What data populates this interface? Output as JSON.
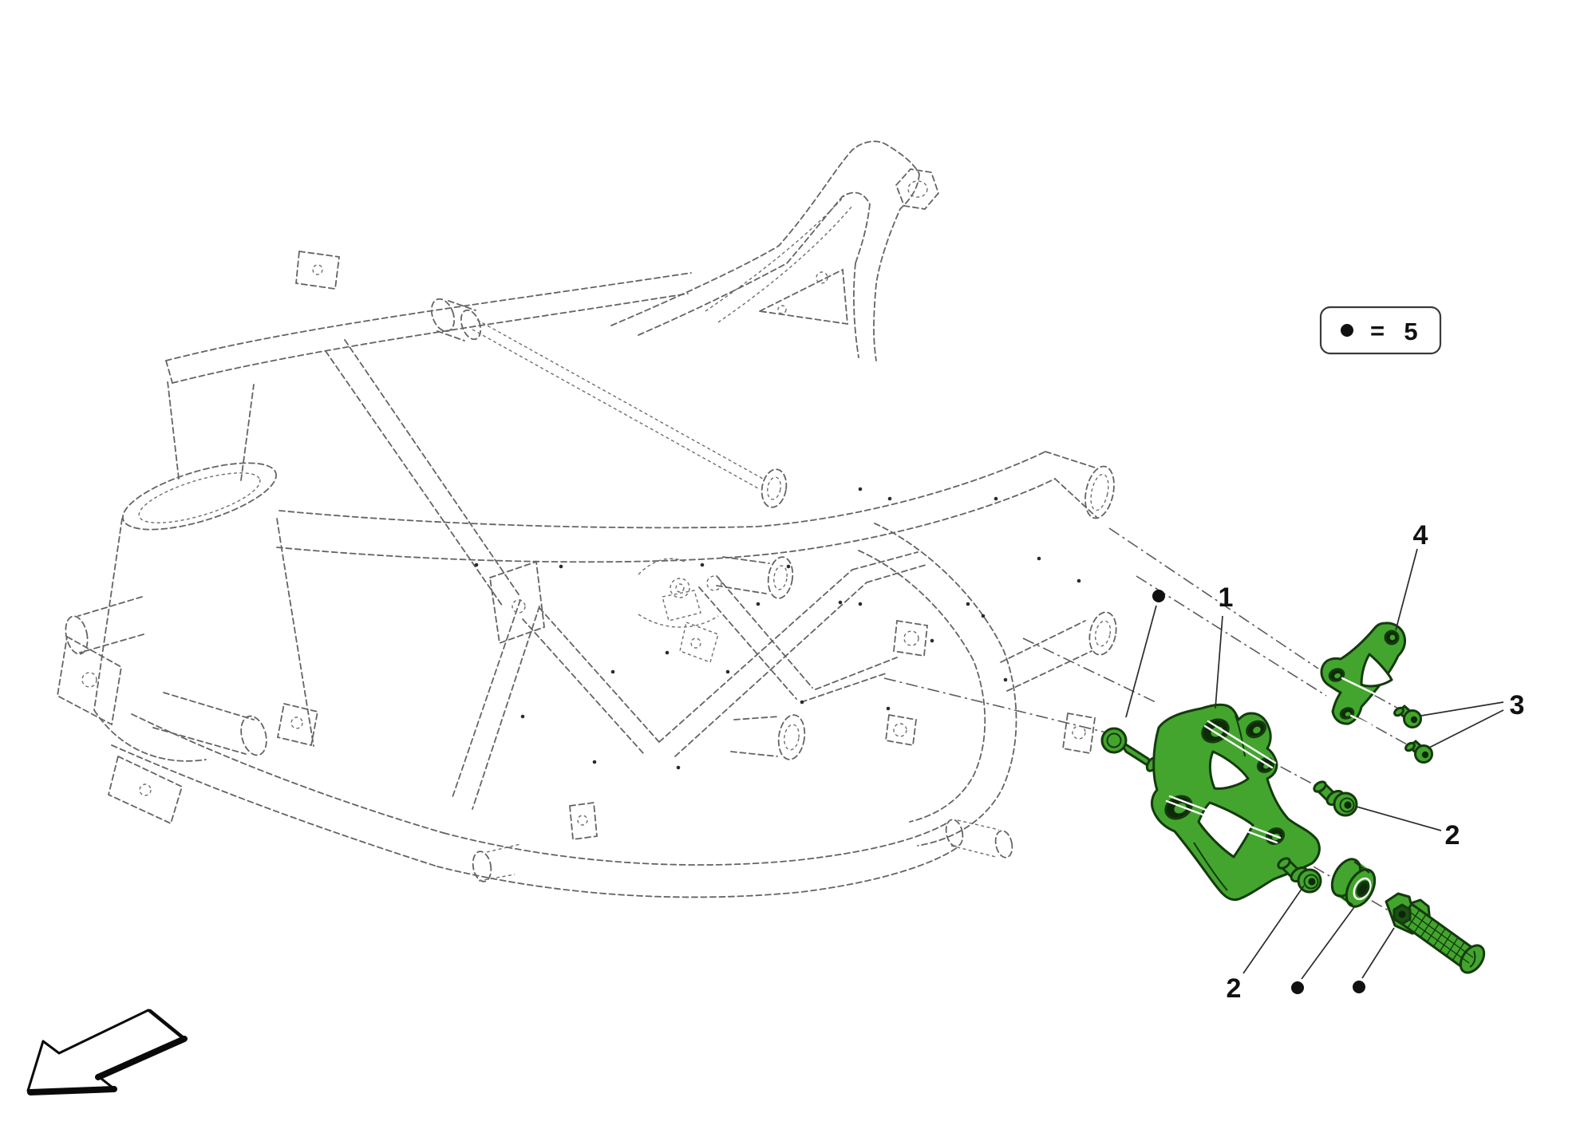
{
  "diagram_title": "exploded-footrest-bracket-parts-diagram",
  "legend": {
    "symbol": "●",
    "equals": "=",
    "quantity": "5"
  },
  "callouts": {
    "part1_bracket": "1",
    "part2_screw_upper": "2",
    "part2_screw_lower": "2",
    "part3_screws": "3",
    "part4_heel_guard": "4"
  },
  "quantity_dot_markers": {
    "count": "3"
  },
  "icons": {
    "quantity_marker": "filled-dot-icon",
    "direction_indicator": "front-direction-arrow-icon"
  },
  "colors": {
    "part_green": "#43a52e",
    "part_outline": "#143a0d",
    "frame_line_gray": "#646464",
    "label_black": "#111111",
    "background": "#ffffff"
  }
}
